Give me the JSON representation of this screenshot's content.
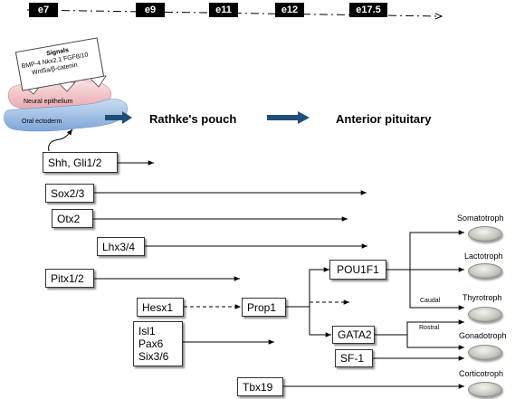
{
  "timeline": {
    "stages": [
      "e7",
      "e9",
      "e11",
      "e12",
      "e17.5"
    ]
  },
  "signals": {
    "title": "Signals",
    "line1": "BMP-4  Nkx2.1  FGF8/10",
    "line2": "Wnt5a/β-catenin"
  },
  "tissues": {
    "neural": "Neural epithelium",
    "oral": "Oral ectoderm"
  },
  "structures": {
    "rathke": "Rathke's pouch",
    "anterior": "Anterior pituitary"
  },
  "factors": {
    "shh": "Shh, Gli1/2",
    "sox": "Sox2/3",
    "otx": "Otx2",
    "lhx": "Lhx3/4",
    "pitx": "Pitx1/2",
    "hesx": "Hesx1",
    "prop": "Prop1",
    "isl_lines": [
      "Isl1",
      "Pax6",
      "Six3/6"
    ],
    "pou": "POU1F1",
    "gata": "GATA2",
    "sf1": "SF-1",
    "tbx": "Tbx19"
  },
  "branch_labels": {
    "caudal": "Caudal",
    "rostral": "Rostral"
  },
  "cell_types": [
    "Somatotroph",
    "Lactotroph",
    "Thyrotroph",
    "Gonadotroph",
    "Corticotroph"
  ],
  "colors": {
    "neural_epithelium": "#f4c9cc",
    "oral_ectoderm": "#9ebfe6",
    "block_arrow": "#1f4e79",
    "stage_fill": "#000000"
  }
}
